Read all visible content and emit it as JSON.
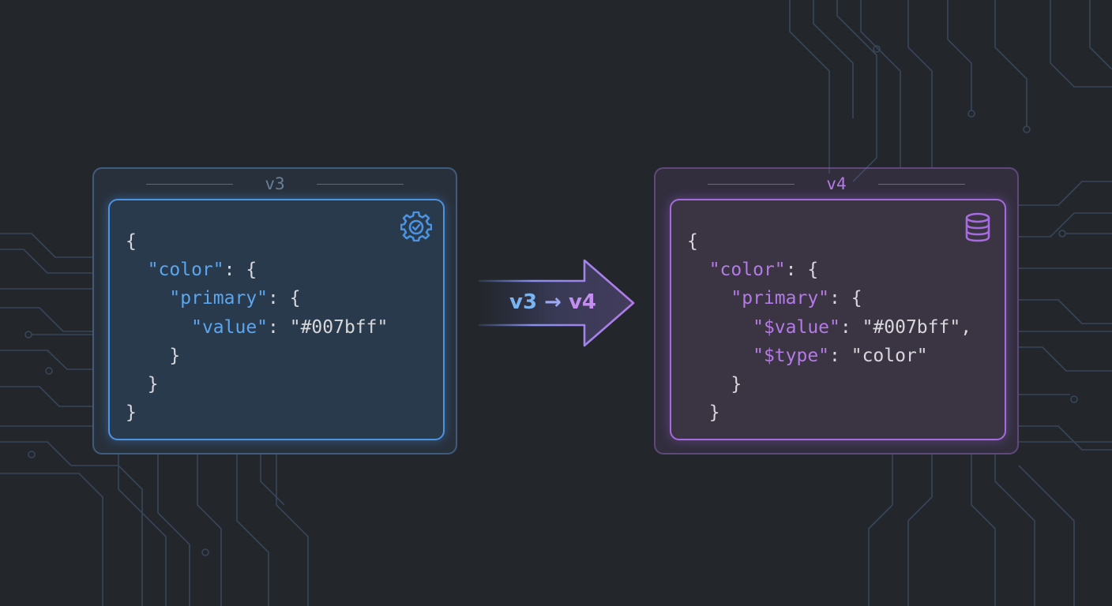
{
  "v3": {
    "title": "v3",
    "icon": "gear-check-icon",
    "lines": [
      {
        "indent": 0,
        "key": "",
        "rest": "{"
      },
      {
        "indent": 1,
        "key": "\"color\"",
        "rest": ": {"
      },
      {
        "indent": 2,
        "key": "\"primary\"",
        "rest": ": {"
      },
      {
        "indent": 3,
        "key": "\"value\"",
        "rest": ": \"#007bff\""
      },
      {
        "indent": 2,
        "key": "",
        "rest": "}"
      },
      {
        "indent": 1,
        "key": "",
        "rest": "}"
      },
      {
        "indent": 0,
        "key": "",
        "rest": "}"
      }
    ]
  },
  "v4": {
    "title": "v4",
    "icon": "database-icon",
    "lines": [
      {
        "indent": 0,
        "key": "",
        "rest": "{"
      },
      {
        "indent": 1,
        "key": "\"color\"",
        "rest": ": {"
      },
      {
        "indent": 2,
        "key": "\"primary\"",
        "rest": ": {"
      },
      {
        "indent": 3,
        "key": "\"$value\"",
        "rest": ": \"#007bff\","
      },
      {
        "indent": 3,
        "key": "\"$type\"",
        "rest": ": \"color\""
      },
      {
        "indent": 2,
        "key": "",
        "rest": "}"
      },
      {
        "indent": 1,
        "key": "",
        "rest": "}"
      }
    ]
  },
  "arrow": {
    "from": "v3",
    "separator": "→",
    "to": "v4"
  },
  "colors": {
    "background": "#23262b",
    "v3_accent": "#4c93e2",
    "v4_accent": "#a66be0"
  }
}
